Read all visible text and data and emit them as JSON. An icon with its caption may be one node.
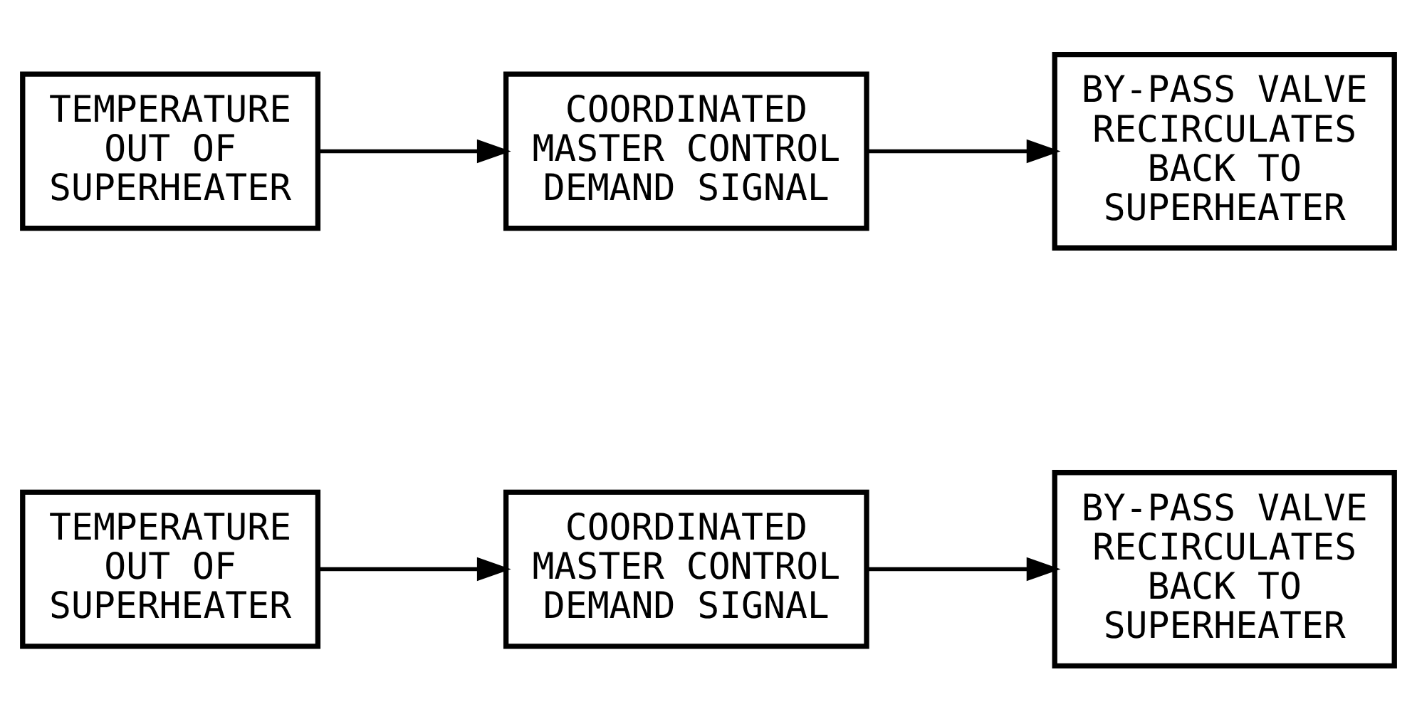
{
  "diagram": {
    "nodes": [
      {
        "text": [
          "TEMPERATURE OUT OF SUPERHEATER"
        ]
      },
      {
        "text": [
          "COORDINATED MASTER CONTROL DEMAND SIGNAL"
        ]
      },
      {
        "text": [
          "BY-PASS VALVE RECIRCULATES BACK TO SUPERHEATER"
        ]
      },
      {
        "text": [
          "TEMPERATURE OUT OF SUPERHEATER"
        ]
      },
      {
        "text": [
          "COORDINATED MASTER CONTROL DEMAND SIGNAL"
        ]
      },
      {
        "text": [
          "BY-PASS VALVE RECIRCULATES BACK TO SUPERHEATER"
        ]
      }
    ],
    "edges": [
      {
        "from": 0,
        "to": 1,
        "arrow": "to"
      },
      {
        "from": 1,
        "to": 2,
        "arrow": "to"
      },
      {
        "from": 3,
        "to": 4,
        "arrow": "to"
      },
      {
        "from": 4,
        "to": 5,
        "arrow": "to"
      }
    ]
  }
}
